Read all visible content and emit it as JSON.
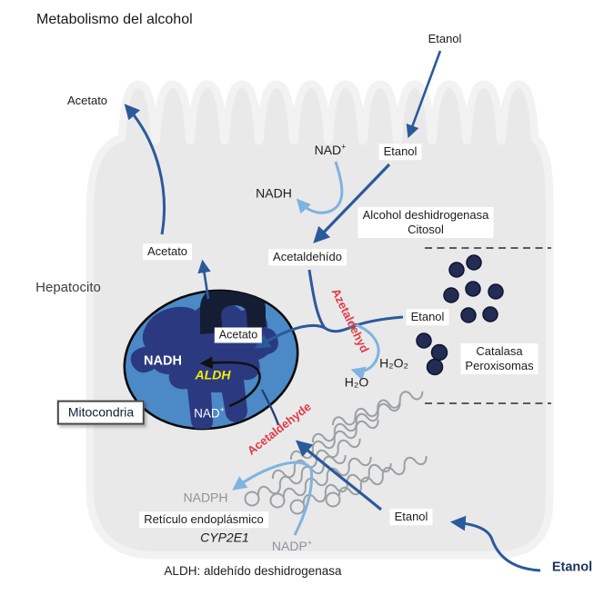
{
  "title": "Metabolismo del alcohol",
  "footnote": "ALDH: aldehído deshidrogenasa",
  "hepatocyte": {
    "label": "Hepatocito"
  },
  "adh_pathway": {
    "etanol_outside": "Etanol",
    "etanol": "Etanol",
    "nad": "NAD",
    "nad_sup": "+",
    "nadh": "NADH",
    "enzyme_line1": "Alcohol deshidrogenasa",
    "enzyme_line2": "Citosol",
    "acetaldehyde": "Acetaldehído",
    "acetate_mid": "Acetato",
    "acetate_out": "Acetato"
  },
  "peroxisome_pathway": {
    "etanol": "Etanol",
    "enzyme_line1": "Catalasa",
    "enzyme_line2": "Peroxisomas",
    "h2o2": "H₂O₂",
    "h2o": "H₂O",
    "acetaldehyde_rotated": "Azetaldehyd"
  },
  "mitochondria": {
    "box_label": "Mitocondria",
    "acetate": "Acetato",
    "nadh": "NADH",
    "aldh": "ALDH",
    "nad": "NAD",
    "nad_sup": "+"
  },
  "er_pathway": {
    "acetaldehyde_rotated": "Acetaldehyde",
    "nadph": "NADPH",
    "nadp": "NADP",
    "nadp_sup": "+",
    "organelle": "Retículo endoplásmico",
    "enzyme": "CYP2E1",
    "etanol": "Etanol",
    "etanol_outside": "Etanol"
  },
  "colors": {
    "arrow_dark": "#2b5a9b",
    "arrow_light": "#7fb3e0",
    "arrow_black": "#111111",
    "cell_fill": "#e9e9ea",
    "cell_halo": "#f2f2f3",
    "mito_body": "#4b89c7",
    "mito_inner": "#2b3a80",
    "mito_dark": "#141d33",
    "peroxisome_dot": "#232c52",
    "er_gray": "#9ba0a5",
    "red_text": "#e23a44",
    "yellow_text": "#f5ed00",
    "gray_text": "#8d939b"
  }
}
